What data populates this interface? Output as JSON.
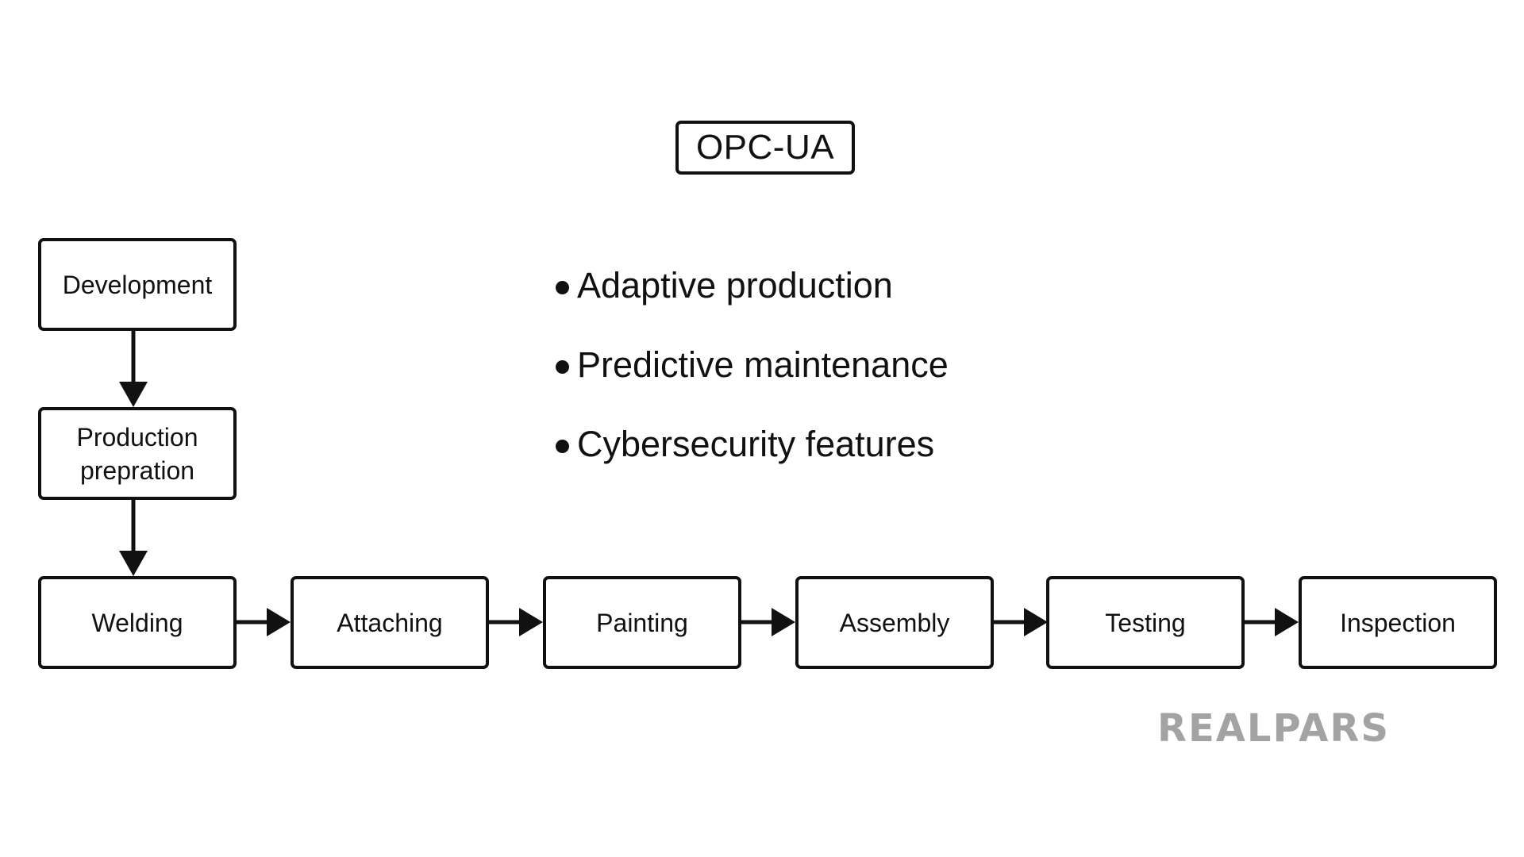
{
  "header": {
    "title": "OPC-UA"
  },
  "flow": {
    "development": "Development",
    "production_line1": "Production",
    "production_line2": "prepration",
    "steps": [
      "Welding",
      "Attaching",
      "Painting",
      "Assembly",
      "Testing",
      "Inspection"
    ]
  },
  "features": [
    "Adaptive production",
    "Predictive maintenance",
    "Cybersecurity features"
  ],
  "logo": {
    "text": "REALPARS"
  },
  "colors": {
    "stroke": "#111111",
    "logo": "#a3a3a3",
    "background": "#ffffff"
  }
}
